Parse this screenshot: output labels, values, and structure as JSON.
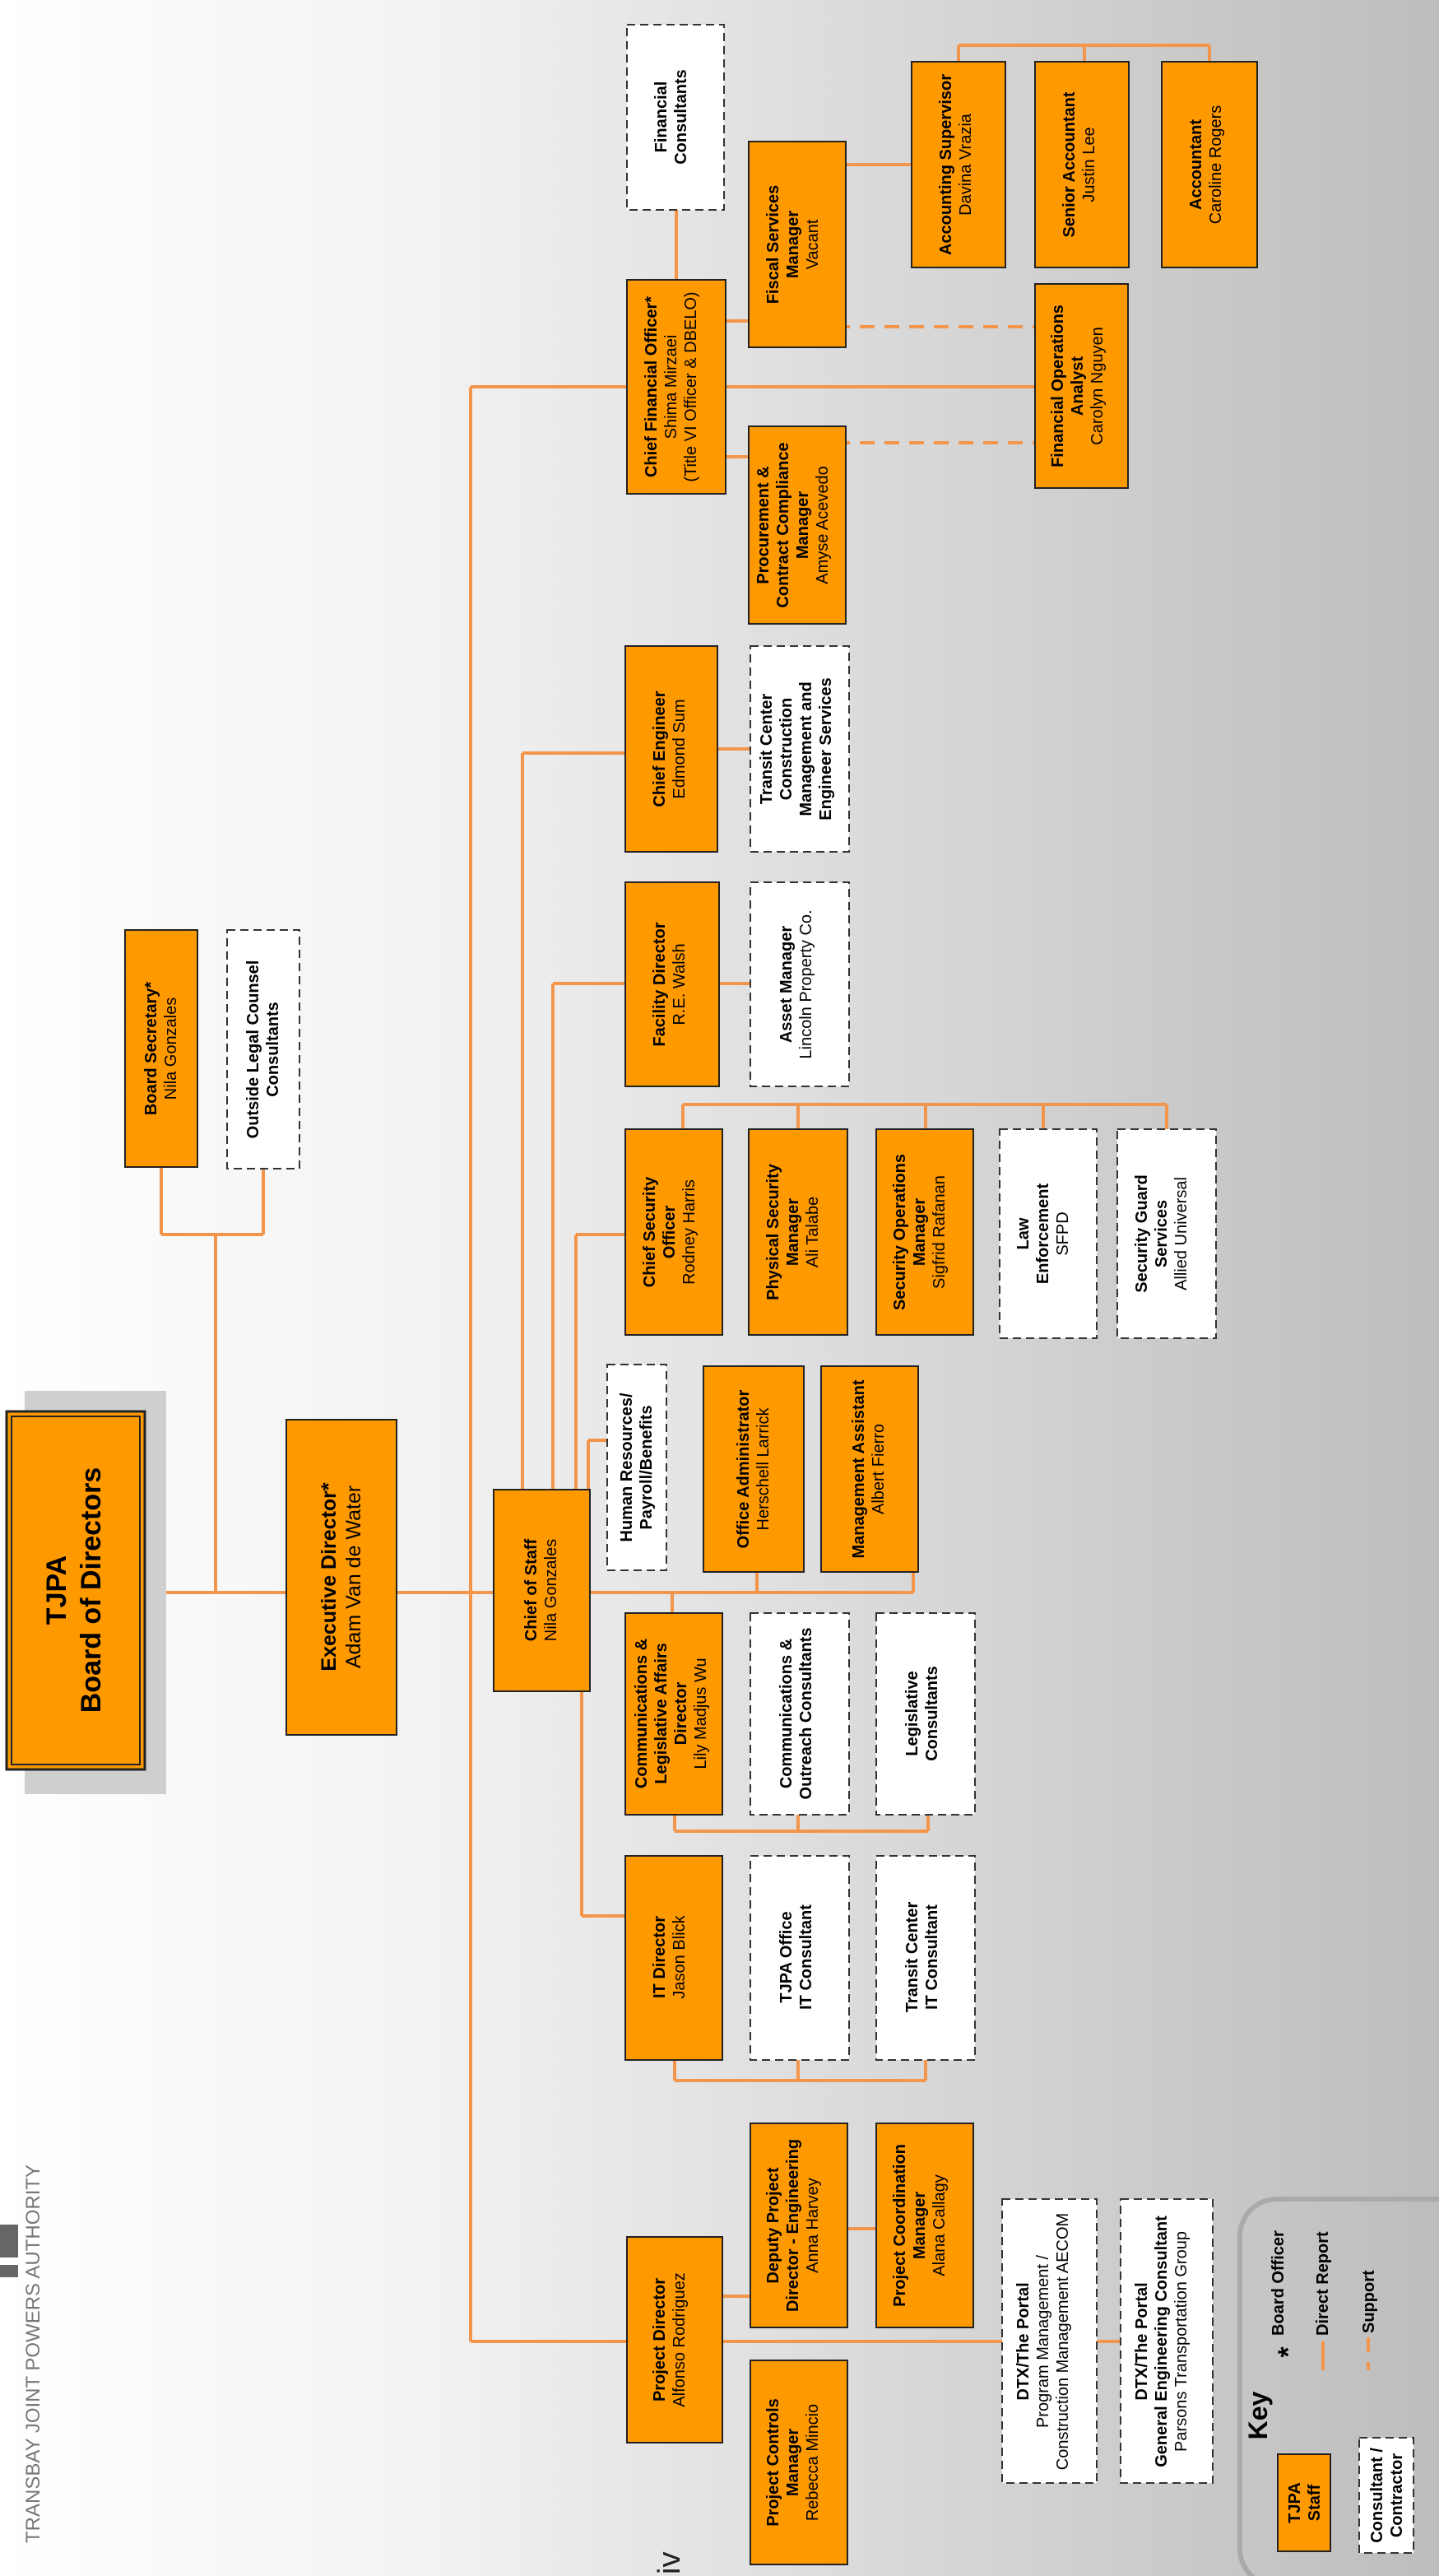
{
  "logo": {
    "caption": "TRANSBAY JOINT POWERS AUTHORITY"
  },
  "page_number": "iv",
  "colors": {
    "staff": "#ff9900",
    "line": "#f3954a",
    "consultant": "#ffffff"
  },
  "boxes": {
    "board": {
      "title": "TJPA",
      "subtitle": "Board of Directors"
    },
    "board_secretary": {
      "title": "Board Secretary*",
      "name": "Nila Gonzales"
    },
    "legal_counsel": {
      "title": "Outside Legal Counsel",
      "subtitle": "Consultants"
    },
    "executive_director": {
      "title": "Executive Director*",
      "name": "Adam Van de Water"
    },
    "chief_of_staff": {
      "title": "Chief of Staff",
      "name": "Nila Gonzales"
    },
    "hr": {
      "title": "Human Resources/",
      "subtitle": "Payroll/Benefits"
    },
    "office_admin": {
      "title": "Office Administrator",
      "name": "Herschell Larrick"
    },
    "mgmt_assistant": {
      "title": "Management Assistant",
      "name": "Albert Fierro"
    },
    "comm_director": {
      "title_1": "Communications &",
      "title_2": "Legislative Affairs",
      "title_3": "Director",
      "name": "Lily Madjus Wu"
    },
    "comm_outreach": {
      "title_1": "Communications &",
      "title_2": "Outreach Consultants"
    },
    "legislative": {
      "title_1": "Legislative",
      "title_2": "Consultants"
    },
    "it_director": {
      "title": "IT Director",
      "name": "Jason Blick"
    },
    "tjpa_it": {
      "title_1": "TJPA Office",
      "title_2": "IT Consultant"
    },
    "tc_it": {
      "title_1": "Transit Center",
      "title_2": "IT Consultant"
    },
    "project_director": {
      "title": "Project Director",
      "name": "Alfonso Rodriguez"
    },
    "deputy_project": {
      "title_1": "Deputy Project",
      "title_2": "Director - Engineering",
      "name": "Anna Harvey"
    },
    "project_coord": {
      "title_1": "Project Coordination",
      "title_2": "Manager",
      "name": "Alana Callagy"
    },
    "project_controls": {
      "title_1": "Project Controls",
      "title_2": "Manager",
      "name": "Rebecca Mincio"
    },
    "dtx_pm": {
      "title": "DTX/The Portal",
      "line_2": "Program Management /",
      "line_3": "Construction Management AECOM"
    },
    "dtx_gec": {
      "title_1": "DTX/The Portal",
      "title_2": "General Engineering Consultant",
      "name": "Parsons Transportation Group"
    },
    "chief_security": {
      "title_1": "Chief Security",
      "title_2": "Officer",
      "name": "Rodney Harris"
    },
    "physical_security": {
      "title_1": "Physical Security",
      "title_2": "Manager",
      "name": "Ali Talabe"
    },
    "security_ops": {
      "title_1": "Security Operations",
      "title_2": "Manager",
      "name": "Sigfrid Rafanan"
    },
    "law_enforcement": {
      "title_1": "Law",
      "title_2": "Enforcement",
      "name": "SFPD"
    },
    "security_guard": {
      "title_1": "Security Guard",
      "title_2": "Services",
      "name": "Allied Universal"
    },
    "facility_director": {
      "title": "Facility Director",
      "name": "R.E. Walsh"
    },
    "asset_manager": {
      "title": "Asset Manager",
      "name": "Lincoln Property Co."
    },
    "chief_engineer": {
      "title": "Chief Engineer",
      "name": "Edmond Sum"
    },
    "tc_cm": {
      "title_1": "Transit Center",
      "title_2": "Construction",
      "title_3": "Management and",
      "title_4": "Engineer Services"
    },
    "cfo": {
      "title": "Chief Financial Officer*",
      "name": "Shima Mirzaei",
      "note": "(Title VI Officer & DBELO)"
    },
    "financial_consultants": {
      "title_1": "Financial",
      "title_2": "Consultants"
    },
    "fiscal_services": {
      "title_1": "Fiscal Services",
      "title_2": "Manager",
      "name": "Vacant"
    },
    "procurement": {
      "title_1": "Procurement &",
      "title_2": "Contract Compliance",
      "title_3": "Manager",
      "name": "Amyse Acevedo"
    },
    "fin_ops": {
      "title_1": "Financial Operations",
      "title_2": "Analyst",
      "name": "Carolyn Nguyen"
    },
    "accounting_supervisor": {
      "title": "Accounting Supervisor",
      "name": "Davina Vrazia"
    },
    "senior_accountant": {
      "title": "Senior Accountant",
      "name": "Justin Lee"
    },
    "accountant": {
      "title": "Accountant",
      "name": "Caroline Rogers"
    }
  },
  "key": {
    "title": "Key",
    "staff_1": "TJPA",
    "staff_2": "Staff",
    "consultant_1": "Consultant /",
    "consultant_2": "Contractor",
    "board_officer_symbol": "*",
    "board_officer": "Board Officer",
    "direct_report": "Direct Report",
    "support": "Support"
  }
}
